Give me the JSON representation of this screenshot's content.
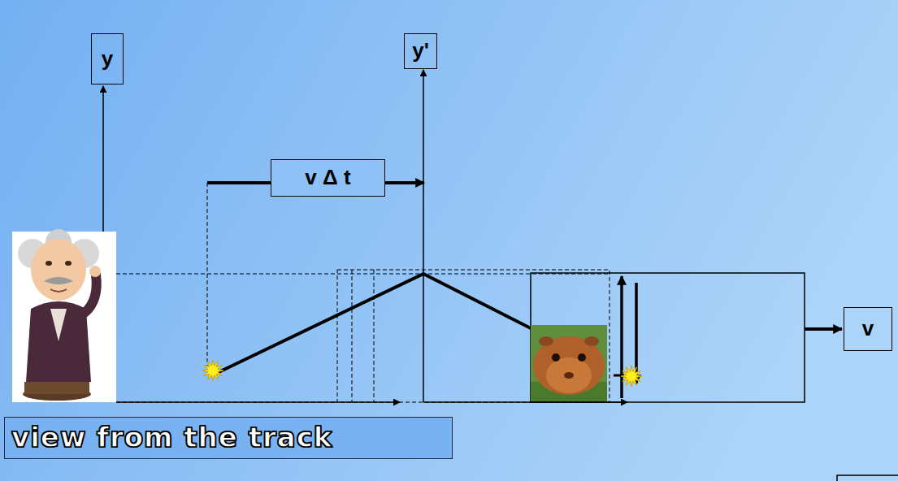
{
  "diagram": {
    "nodes": [
      {
        "text": [
          "y"
        ]
      },
      {
        "text": [
          "y'"
        ]
      },
      {
        "text": [
          "v Δ t"
        ]
      },
      {
        "text": [
          "v"
        ]
      },
      {
        "text": [
          "view from the track"
        ]
      }
    ]
  }
}
